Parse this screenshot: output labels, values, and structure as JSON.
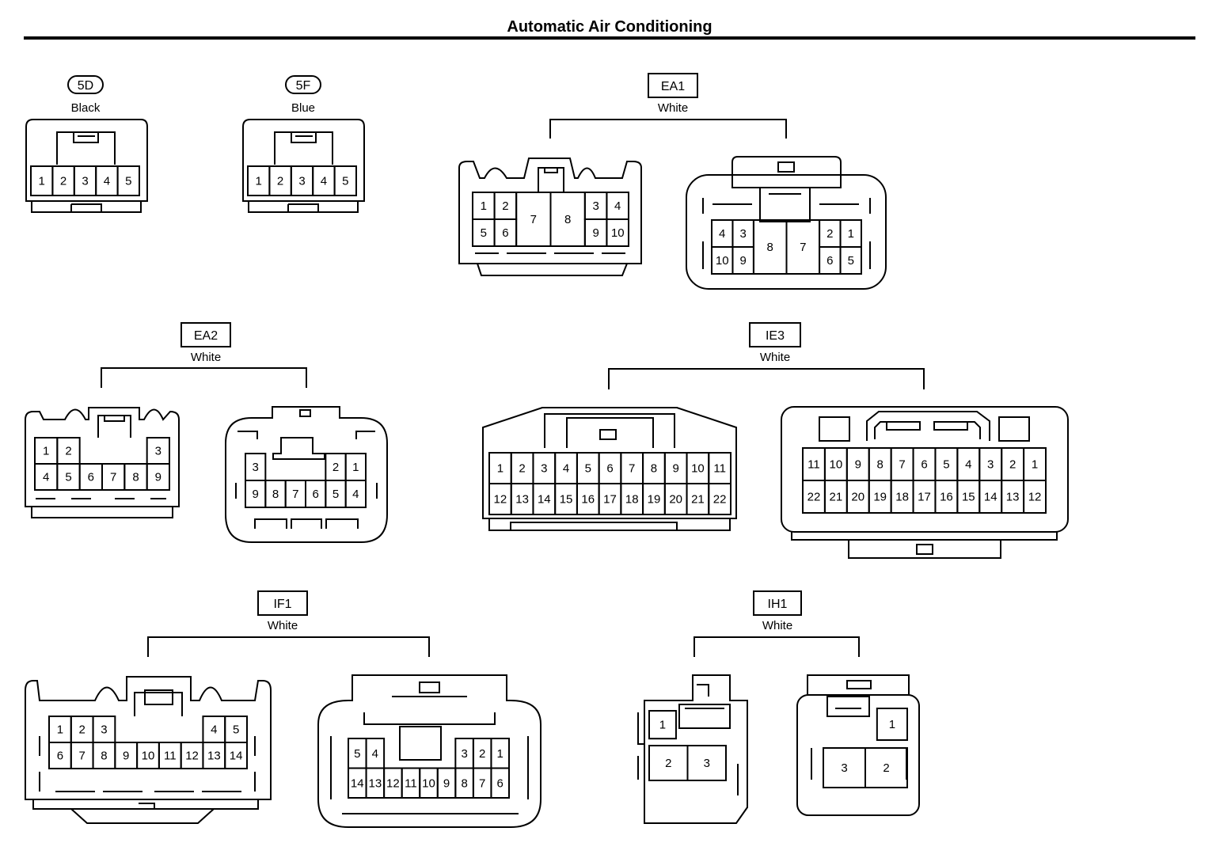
{
  "title": "Automatic Air Conditioning",
  "connectors": [
    {
      "code": "5D",
      "color": "Black",
      "views": [
        {
          "rows": [
            [
              "1",
              "2",
              "3",
              "4",
              "5"
            ]
          ]
        }
      ]
    },
    {
      "code": "5F",
      "color": "Blue",
      "views": [
        {
          "rows": [
            [
              "1",
              "2",
              "3",
              "4",
              "5"
            ]
          ]
        }
      ]
    },
    {
      "code": "EA1",
      "color": "White",
      "views": [
        {
          "rows": [
            [
              "1",
              "2",
              "7",
              "8",
              "3",
              "4"
            ],
            [
              "5",
              "6",
              "9",
              "10"
            ]
          ]
        },
        {
          "rows": [
            [
              "4",
              "3",
              "8",
              "7",
              "2",
              "1"
            ],
            [
              "10",
              "9",
              "6",
              "5"
            ]
          ]
        }
      ]
    },
    {
      "code": "EA2",
      "color": "White",
      "views": [
        {
          "rows": [
            [
              "1",
              "2",
              "3"
            ],
            [
              "4",
              "5",
              "6",
              "7",
              "8",
              "9"
            ]
          ]
        },
        {
          "rows": [
            [
              "3",
              "2",
              "1"
            ],
            [
              "9",
              "8",
              "7",
              "6",
              "5",
              "4"
            ]
          ]
        }
      ]
    },
    {
      "code": "IE3",
      "color": "White",
      "views": [
        {
          "rows": [
            [
              "1",
              "2",
              "3",
              "4",
              "5",
              "6",
              "7",
              "8",
              "9",
              "10",
              "11"
            ],
            [
              "12",
              "13",
              "14",
              "15",
              "16",
              "17",
              "18",
              "19",
              "20",
              "21",
              "22"
            ]
          ]
        },
        {
          "rows": [
            [
              "11",
              "10",
              "9",
              "8",
              "7",
              "6",
              "5",
              "4",
              "3",
              "2",
              "1"
            ],
            [
              "22",
              "21",
              "20",
              "19",
              "18",
              "17",
              "16",
              "15",
              "14",
              "13",
              "12"
            ]
          ]
        }
      ]
    },
    {
      "code": "IF1",
      "color": "White",
      "views": [
        {
          "rows": [
            [
              "1",
              "2",
              "3",
              "4",
              "5"
            ],
            [
              "6",
              "7",
              "8",
              "9",
              "10",
              "11",
              "12",
              "13",
              "14"
            ]
          ]
        },
        {
          "rows": [
            [
              "5",
              "4",
              "3",
              "2",
              "1"
            ],
            [
              "14",
              "13",
              "12",
              "11",
              "10",
              "9",
              "8",
              "7",
              "6"
            ]
          ]
        }
      ]
    },
    {
      "code": "IH1",
      "color": "White",
      "views": [
        {
          "rows": [
            [
              "1"
            ],
            [
              "2",
              "3"
            ]
          ]
        },
        {
          "rows": [
            [
              "1"
            ],
            [
              "3",
              "2"
            ]
          ]
        }
      ]
    }
  ]
}
